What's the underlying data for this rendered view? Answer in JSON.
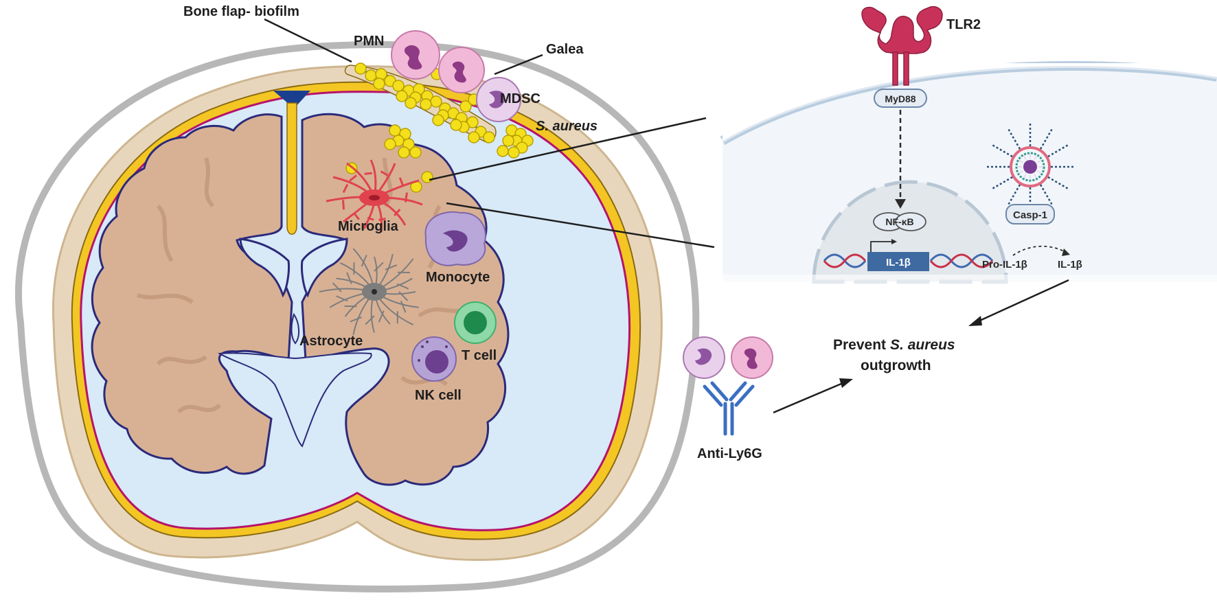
{
  "labels": {
    "bone_flap": "Bone flap- biofilm",
    "pmn": "PMN",
    "galea": "Galea",
    "mdsc": "MDSC",
    "s_aureus": "S. aureus",
    "microglia": "Microglia",
    "monocyte": "Monocyte",
    "astrocyte": "Astrocyte",
    "t_cell": "T cell",
    "nk_cell": "NK cell",
    "tlr2": "TLR2",
    "myd88": "MyD88",
    "nfkb": "NF-κB",
    "il1b_gene": "IL-1β",
    "casp1": "Casp-1",
    "pro_il1b": "Pro-IL-1β",
    "il1b": "IL-1β",
    "prevent_word": "Prevent",
    "prevent_species": "S. aureus",
    "outgrowth": "outgrowth",
    "anti_ly6g": "Anti-Ly6G"
  },
  "colors": {
    "skull_outline": "#b7b7b7",
    "bone": "#e8d6bc",
    "dura": "#f3c623",
    "csf": "#d8e9f7",
    "pia": "#b5136d",
    "brain": "#d8b195",
    "brain_outline": "#2b2a7a",
    "bacteria": "#f4df1c",
    "microglia": "#e0434d",
    "astrocyte": "#7d7d7d",
    "monocyte": "#a58fc9",
    "tcell": "#3eb26b",
    "nkcell": "#8a6fb5",
    "pmn": "#f2b8d8",
    "tlr2": "#c8325a",
    "il1b_box": "#3e6aa1",
    "antibody": "#3a6fc2"
  }
}
